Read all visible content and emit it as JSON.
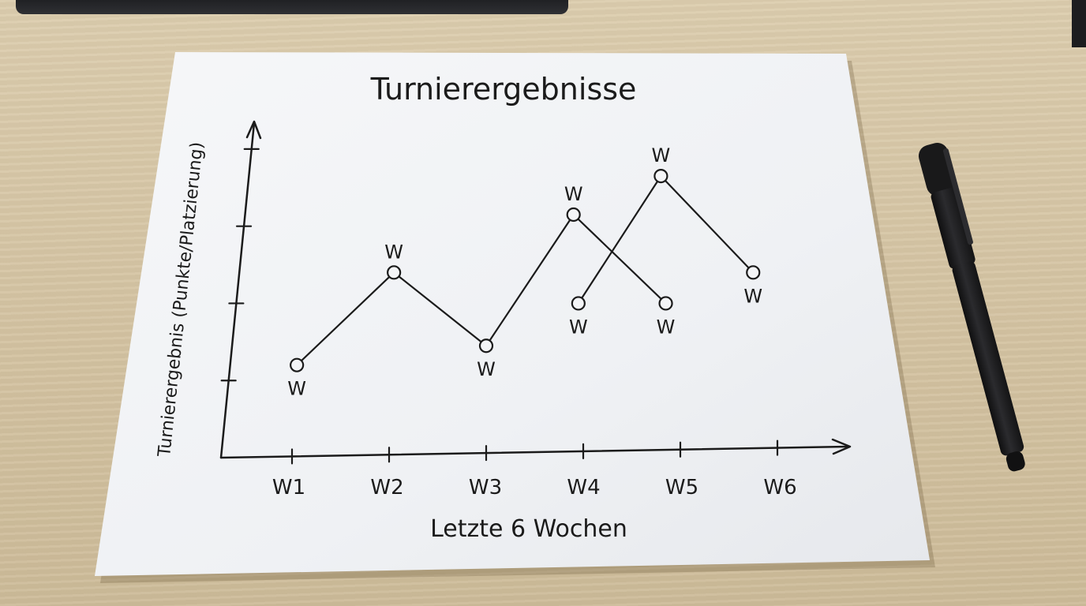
{
  "chart_data": {
    "type": "line",
    "title": "Turnierergebnisse",
    "xlabel": "Letzte 6 Wochen",
    "ylabel": "Turnierergebnis (Punkte/Platzierung)",
    "categories": [
      "W1",
      "W2",
      "W3",
      "W4",
      "W5",
      "W6"
    ],
    "ylim": [
      0,
      4.5
    ],
    "y_ticks": [
      1,
      2,
      3,
      4
    ],
    "grid": false,
    "series": [
      {
        "points": [
          {
            "x": 0.05,
            "y": 1.2,
            "label": "W"
          },
          {
            "x": 1.05,
            "y": 2.4,
            "label": "W"
          },
          {
            "x": 2.0,
            "y": 1.45,
            "label": "W"
          },
          {
            "x": 2.9,
            "y": 3.15,
            "label": "W"
          },
          {
            "x": 3.85,
            "y": 2.0,
            "label": "W"
          }
        ]
      },
      {
        "points": [
          {
            "x": 2.95,
            "y": 2.0,
            "label": "W"
          },
          {
            "x": 3.8,
            "y": 3.65,
            "label": "W"
          },
          {
            "x": 4.75,
            "y": 2.4,
            "label": "W"
          }
        ]
      }
    ]
  },
  "colors": {
    "ink": "#1b1b1b",
    "paper": "#f3f4f6",
    "pen": "#1f1f21"
  }
}
